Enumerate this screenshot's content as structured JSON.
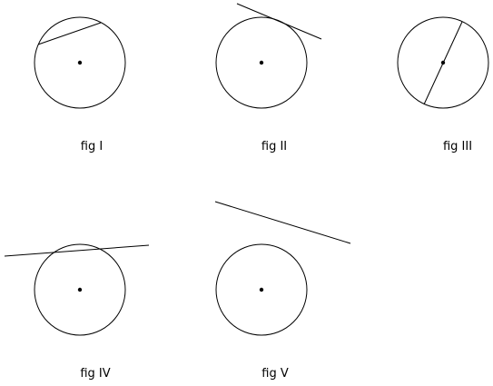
{
  "figures": [
    {
      "id": "fig-1",
      "label": "fig I",
      "line_kind": "chord"
    },
    {
      "id": "fig-2",
      "label": "fig II",
      "line_kind": "tangent"
    },
    {
      "id": "fig-3",
      "label": "fig III",
      "line_kind": "diameter"
    },
    {
      "id": "fig-4",
      "label": "fig IV",
      "line_kind": "secant"
    },
    {
      "id": "fig-5",
      "label": "fig V",
      "line_kind": "non-intersecting-line"
    }
  ],
  "colors": {
    "stroke": "#000000",
    "background": "#ffffff"
  }
}
